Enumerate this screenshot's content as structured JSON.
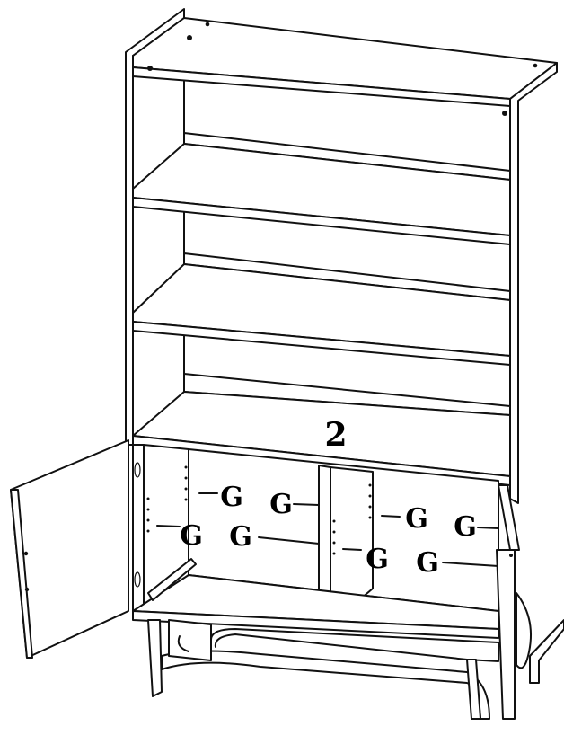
{
  "step_label": "2",
  "part_labels": [
    "G",
    "G",
    "G",
    "G",
    "G",
    "G",
    "G",
    "G"
  ]
}
